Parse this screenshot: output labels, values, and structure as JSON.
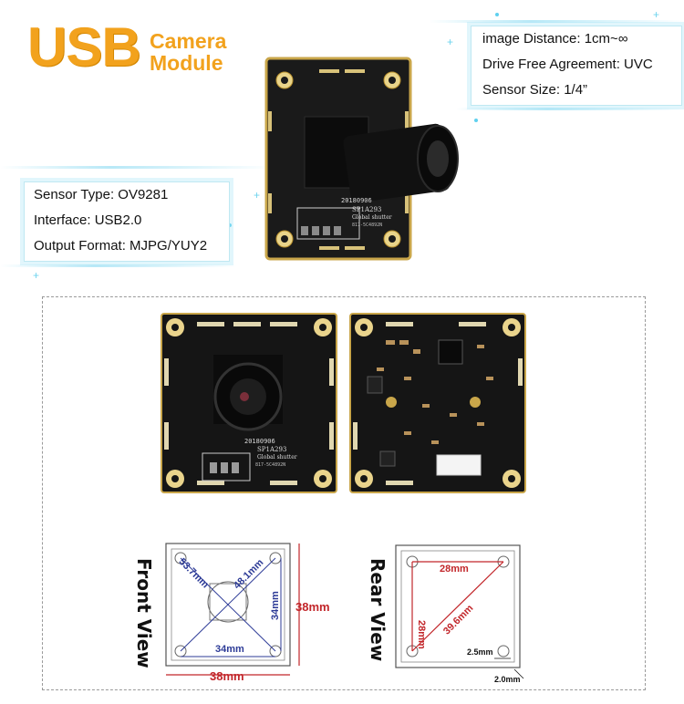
{
  "title": {
    "big": "USB",
    "line1": "Camera",
    "line2": "Module"
  },
  "specs_right": [
    "image Distance: 1cm~∞",
    "Drive Free Agreement: UVC",
    "Sensor Size: 1/4”"
  ],
  "specs_left": [
    "Sensor Type: OV9281",
    "Interface: USB2.0",
    "Output Format: MJPG/YUY2"
  ],
  "board_silkscreen": {
    "date": "20180906",
    "model": "SP1A293",
    "shutter": "Global shutter",
    "part": "817-5C4892N"
  },
  "views": {
    "front": "Front View",
    "rear": "Rear View"
  },
  "front_dims": {
    "diag1": "53.7mm",
    "diag2": "48.1mm",
    "inner_h": "34mm",
    "outer_h": "38mm",
    "inner_w": "34mm",
    "outer_w": "38mm"
  },
  "rear_dims": {
    "inner_w": "28mm",
    "inner_h": "28mm",
    "diag": "39.6mm",
    "hole": "2.5mm",
    "thick": "2.0mm"
  },
  "colors": {
    "accent": "#f2a21d",
    "panel_glow": "#aee4f5",
    "dim_blue": "#2d3b97",
    "dim_red": "#c2262a"
  }
}
